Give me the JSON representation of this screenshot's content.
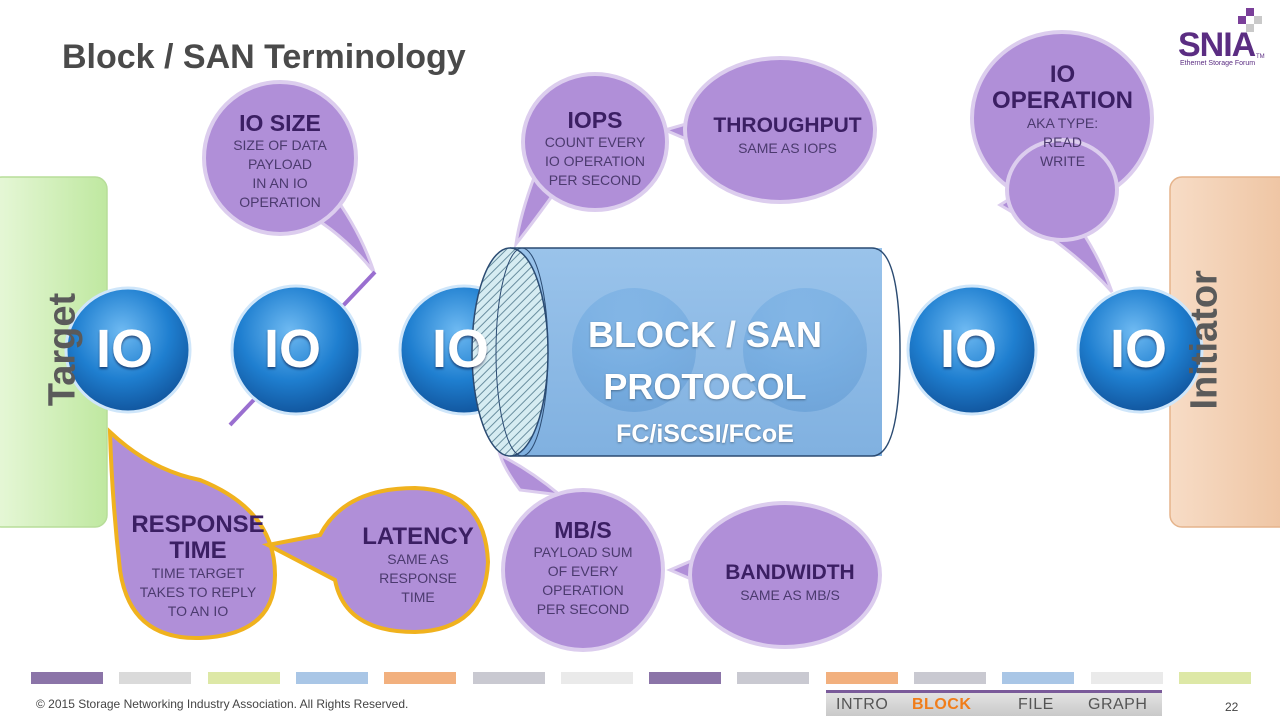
{
  "title": "Block / SAN Terminology",
  "target_label": "Target",
  "initiator_label": "Initiator",
  "io_label": "IO",
  "protocol": {
    "line1": "BLOCK / SAN",
    "line2": "PROTOCOL",
    "line3": "FC/iSCSI/FCoE"
  },
  "bubbles": {
    "io_size": {
      "title": "IO SIZE",
      "lines": [
        "SIZE OF DATA",
        "PAYLOAD",
        "IN AN IO",
        "OPERATION"
      ]
    },
    "iops": {
      "title": "IOPS",
      "lines": [
        "COUNT EVERY",
        "IO OPERATION",
        "PER SECOND"
      ]
    },
    "throughput": {
      "title": "THROUGHPUT",
      "lines": [
        "SAME AS IOPS"
      ]
    },
    "io_operation": {
      "title1": "IO",
      "title2": "OPERATION",
      "lines": [
        "AKA TYPE:",
        "READ",
        "WRITE"
      ]
    },
    "response_time": {
      "title1": "RESPONSE",
      "title2": "TIME",
      "lines": [
        "TIME TARGET",
        "TAKES TO REPLY",
        "TO AN IO"
      ]
    },
    "latency": {
      "title": "LATENCY",
      "lines": [
        "SAME AS",
        "RESPONSE",
        "TIME"
      ]
    },
    "mbs": {
      "title": "MB/S",
      "lines": [
        "PAYLOAD SUM",
        "OF EVERY",
        "OPERATION",
        "PER SECOND"
      ]
    },
    "bandwidth": {
      "title": "BANDWIDTH",
      "lines": [
        "SAME AS MB/S"
      ]
    }
  },
  "logo": {
    "text": "SNIA",
    "tm": "TM",
    "sub": "Ethernet Storage Forum"
  },
  "footer": {
    "copyright": "© 2015 Storage Networking Industry Association. All Rights Reserved.",
    "page": "22",
    "nav": [
      "INTRO",
      "BLOCK",
      "FILE",
      "GRAPH"
    ]
  },
  "colors": {
    "bubble": "#b08fd8",
    "bubble_border": "#d9c8ef",
    "io_sphere": "#1f7fd0",
    "pipe": "#7aaee0",
    "target_panel": "#c9edb0",
    "initiator_panel": "#f1cfb2",
    "response_border": "#f0b21e",
    "nav_active": "#f07d1a",
    "nav_text": "#555555",
    "bars": [
      "#8b74a8",
      "#dadada",
      "#dde8a6",
      "#a9c6e6",
      "#f2b07e",
      "#c9c9d1",
      "#eaeaea",
      "#8b74a8",
      "#c9c9d1",
      "#f2b07e",
      "#c9c9d1",
      "#a9c6e6",
      "#eaeaea",
      "#dde8a6"
    ]
  }
}
